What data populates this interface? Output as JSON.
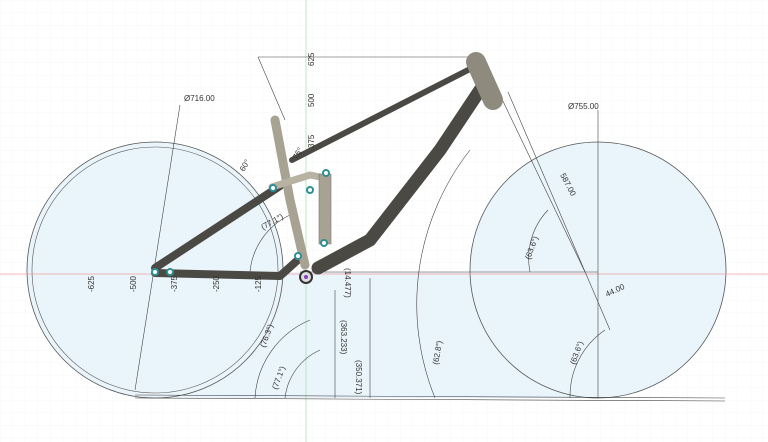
{
  "viewport": {
    "colors": {
      "grid": "#e8ecef",
      "wheel_fill": "#eaf4fb",
      "frame": "#4a4943",
      "frame_light": "#a8a293",
      "axis_x": "#f2a0a0",
      "axis_y": "#9fe0a8",
      "constraint": "#3cb8c0"
    },
    "ruler_vertical": [
      "625",
      "500",
      "375"
    ],
    "ruler_horizontal": [
      "-625",
      "-500",
      "-375",
      "-250",
      "-125"
    ],
    "dimensions": {
      "rear_wheel_diameter": "Ø716.00",
      "front_wheel_diameter": "Ø755.00",
      "fork_length": "587.00",
      "fork_offset": "44.00",
      "head_angle_top": "(63.6°)",
      "head_angle_bottom": "(63.6°)",
      "front_angle": "(62.8°)",
      "seat_angle_a": "(76.3°)",
      "seat_angle_b": "(77.1°)",
      "seat_angle_c": "(77.1°)",
      "bb_drop": "(14.477)",
      "bb_height_a": "(363.233)",
      "bb_height_b": "(350.371)",
      "angle_60": "60°",
      "angle_76": "76°"
    }
  }
}
